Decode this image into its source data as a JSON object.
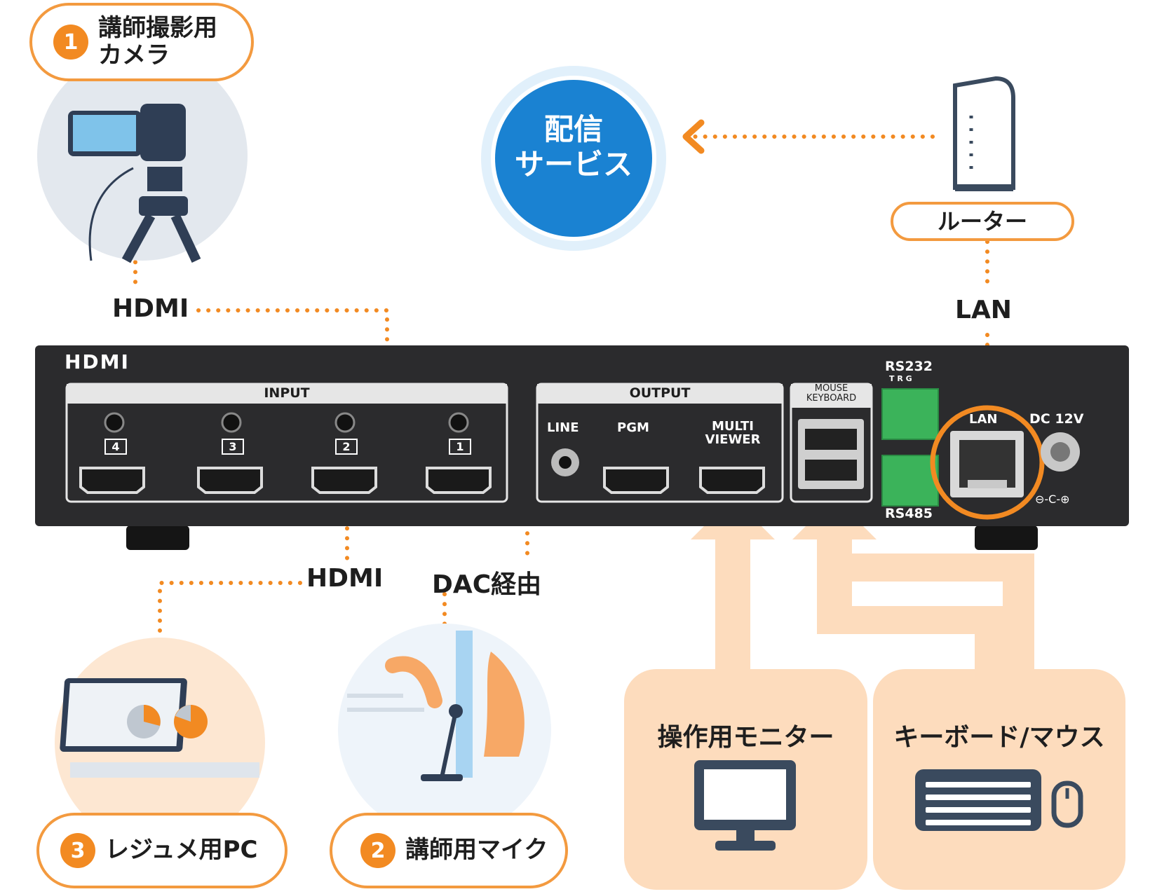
{
  "camera": {
    "num": "1",
    "label_line1": "講師撮影用",
    "label_line2": "カメラ"
  },
  "pc": {
    "num": "3",
    "label": "レジュメ用PC"
  },
  "mic": {
    "num": "2",
    "label": "講師用マイク"
  },
  "streaming": {
    "line1": "配信",
    "line2": "サービス"
  },
  "router": {
    "label": "ルーター"
  },
  "connections": {
    "hdmi_camera": "HDMI",
    "hdmi_pc": "HDMI",
    "dac": "DAC経由",
    "lan": "LAN"
  },
  "device": {
    "brand": "HDMI",
    "input_header": "INPUT",
    "input_ports": [
      "4",
      "3",
      "2",
      "1"
    ],
    "output_header": "OUTPUT",
    "line_label": "LINE",
    "pgm_label": "PGM",
    "multiviewer_line1": "MULTI",
    "multiviewer_line2": "VIEWER",
    "usb_line1": "MOUSE",
    "usb_line2": "KEYBOARD",
    "rs232_label": "RS232",
    "rs232_pins": "T  R  G",
    "rs485_label": "RS485",
    "lan_port_label": "LAN",
    "dc_label": "DC 12V",
    "polarity": "⊖-C-⊕"
  },
  "monitor_card": {
    "title": "操作用モニター"
  },
  "keyboard_card": {
    "title": "キーボード/マウス"
  },
  "colors": {
    "orange": "#f28a22",
    "peach": "#fddcbd",
    "blue": "#1a82d2",
    "device": "#2b2b2d"
  }
}
